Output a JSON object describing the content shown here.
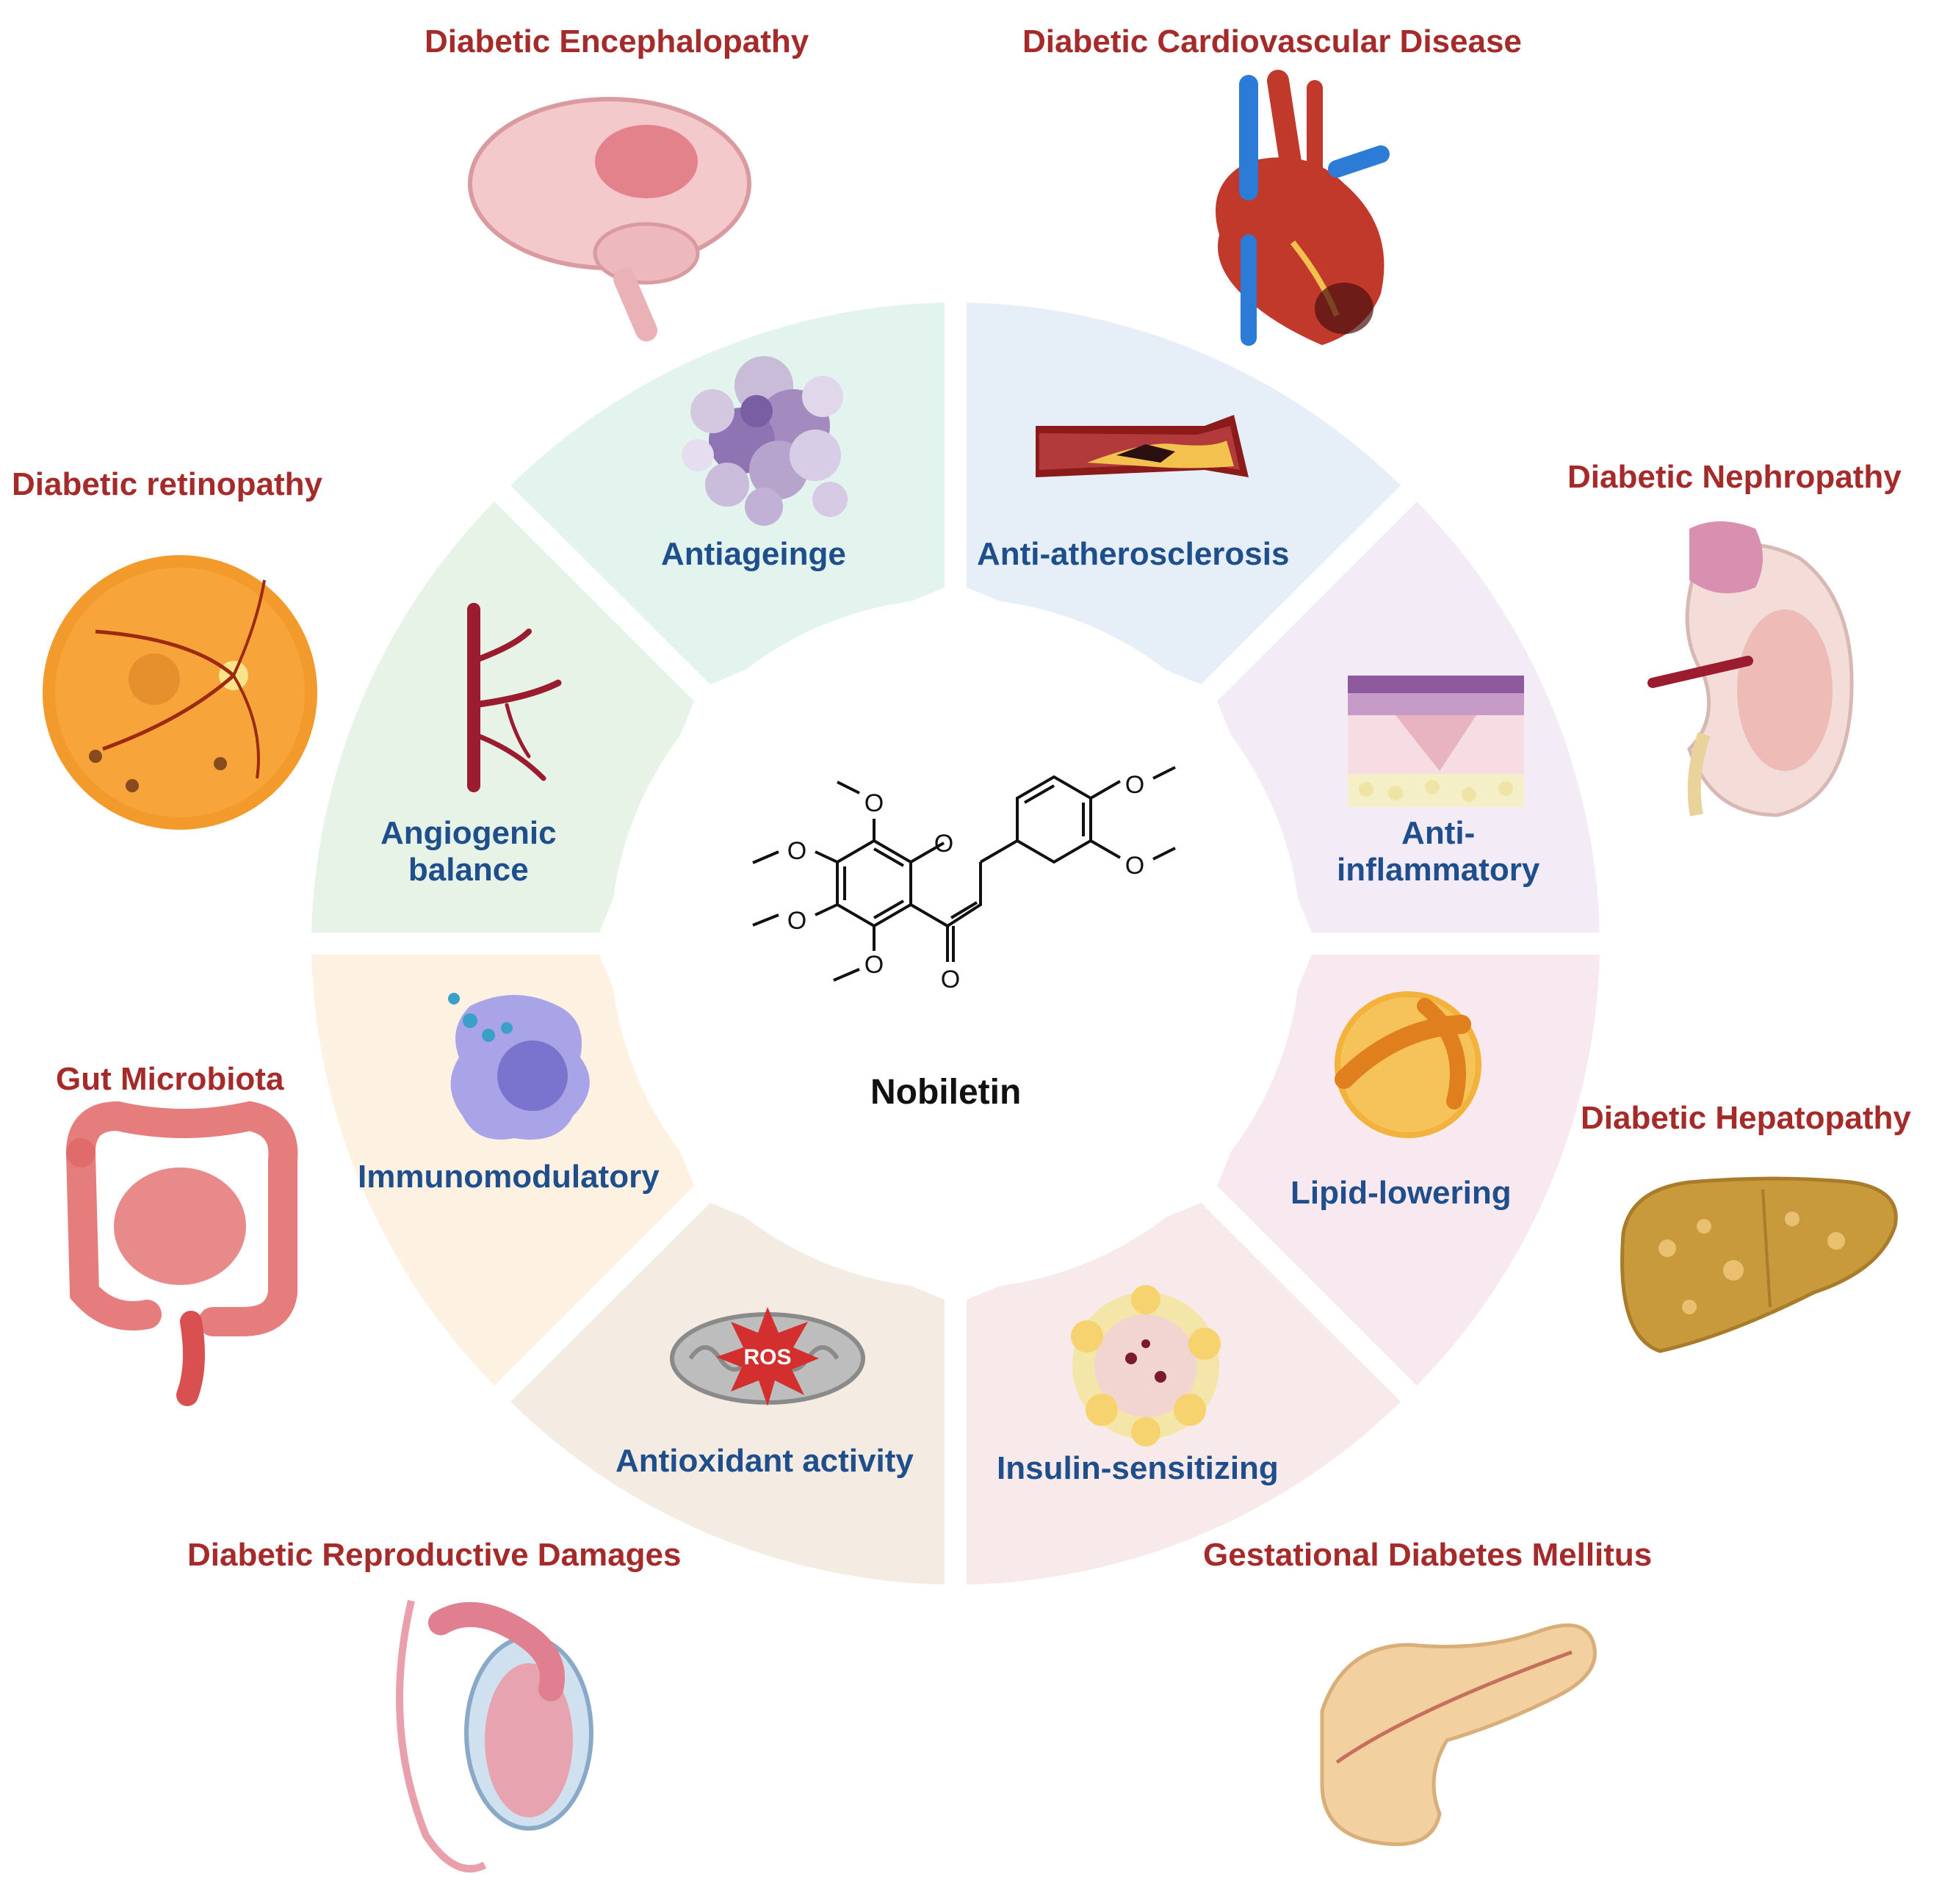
{
  "compound": {
    "name": "Nobiletin",
    "atoms": {
      "oxygen": "O"
    }
  },
  "functions": [
    {
      "key": "antiageing",
      "label": "Antiageinge"
    },
    {
      "key": "anti_atherosclerosis",
      "label": "Anti-atherosclerosis"
    },
    {
      "key": "anti_inflammatory",
      "line1": "Anti-",
      "line2": "inflammatory"
    },
    {
      "key": "lipid_lowering",
      "label": "Lipid-lowering"
    },
    {
      "key": "insulin_sensitizing",
      "label": "Insulin-sensitizing"
    },
    {
      "key": "antioxidant",
      "label": "Antioxidant activity",
      "badge": "ROS"
    },
    {
      "key": "immunomodulatory",
      "label": "Immunomodulatory"
    },
    {
      "key": "angiogenic",
      "line1": "Angiogenic",
      "line2": "balance"
    }
  ],
  "diseases": [
    {
      "key": "encephalopathy",
      "label": "Diabetic Encephalopathy"
    },
    {
      "key": "cardiovascular",
      "label": "Diabetic Cardiovascular Disease"
    },
    {
      "key": "nephropathy",
      "label": "Diabetic Nephropathy"
    },
    {
      "key": "hepatopathy",
      "label": "Diabetic Hepatopathy"
    },
    {
      "key": "gestational",
      "label": "Gestational Diabetes Mellitus"
    },
    {
      "key": "reproductive",
      "label": "Diabetic Reproductive Damages"
    },
    {
      "key": "gut",
      "label": "Gut Microbiota"
    },
    {
      "key": "retinopathy",
      "label": "Diabetic retinopathy"
    }
  ],
  "colors": {
    "disease_text": "#a52a2a",
    "function_text": "#1f4e8c",
    "sector_antiageing": "#e3f3ee",
    "sector_atherosclerosis": "#e6eef8",
    "sector_inflammatory": "#f3ecf7",
    "sector_lipid": "#f8e9f0",
    "sector_insulin": "#f8eaea",
    "sector_antioxidant": "#f4ece3",
    "sector_immuno": "#fdf2e2",
    "sector_angiogenic": "#e8f3e8"
  }
}
